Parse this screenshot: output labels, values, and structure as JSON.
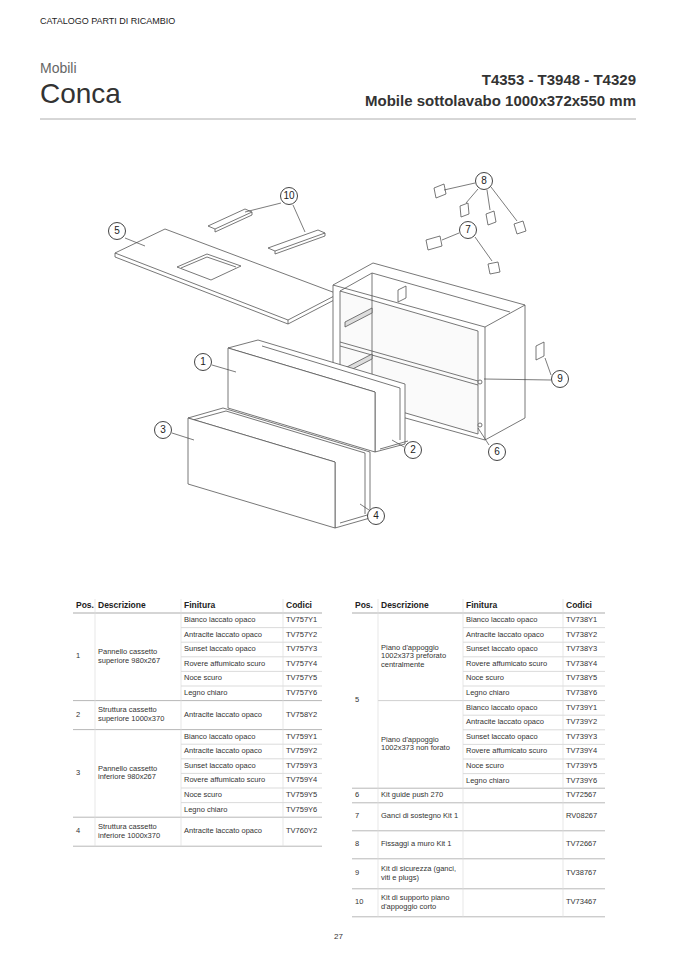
{
  "diagram": {
    "title": "Conca",
    "nodes": [
      {
        "text": [
          "8"
        ]
      },
      {
        "text": [
          "10"
        ]
      },
      {
        "text": [
          "5"
        ]
      },
      {
        "text": [
          "7"
        ]
      },
      {
        "text": [
          "1"
        ]
      },
      {
        "text": [
          "9"
        ]
      },
      {
        "text": [
          "3"
        ]
      },
      {
        "text": [
          "2"
        ]
      },
      {
        "text": [
          "6"
        ]
      },
      {
        "text": [
          "4"
        ]
      }
    ],
    "labels": [
      "CATALOGO PARTI DI RICAMBIO",
      "Mobili",
      "T4353 - T3948 - T4329",
      "Mobile sottolavabo 1000x372x550 mm",
      "Pos.",
      "Descrizione",
      "Finitura",
      "Codici",
      "1",
      "Pannello cassetto superiore 980x267",
      "Bianco laccato opaco",
      "TV757Y1",
      "Antracite laccato opaco",
      "TV757Y2",
      "Sunset laccato opaco",
      "TV757Y3",
      "Rovere affumicato scuro",
      "TV757Y4",
      "Noce scuro",
      "TV757Y5",
      "Legno chiaro",
      "TV757Y6",
      "2",
      "Struttura cassetto superiore 1000x370",
      "Antracite laccato opaco",
      "TV758Y2",
      "3",
      "Pannello cassetto inferiore 980x267",
      "Bianco laccato opaco",
      "TV759Y1",
      "Antracite laccato opaco",
      "TV759Y2",
      "Sunset laccato opaco",
      "TV759Y3",
      "Rovere affumicato scuro",
      "TV759Y4",
      "Noce scuro",
      "TV759Y5",
      "Legno chiaro",
      "TV759Y6",
      "4",
      "Struttura cassetto inferiore 1000x370",
      "Antracite laccato opaco",
      "TV760Y2",
      "Pos.",
      "Descrizione",
      "Finitura",
      "Codici",
      "5",
      "Piano d'appoggio 1002x373 preforato centralmente",
      "Bianco laccato opaco",
      "TV738Y1",
      "Antracite laccato opaco",
      "TV738Y2",
      "Sunset laccato opaco",
      "TV738Y3",
      "Rovere affumicato scuro",
      "TV738Y4",
      "Noce scuro",
      "TV738Y5",
      "Legno chiaro",
      "TV738Y6",
      "Piano d'appoggio 1002x373 non forato",
      "Bianco laccato opaco",
      "TV739Y1",
      "Antracite laccato opaco",
      "TV739Y2",
      "Sunset laccato opaco",
      "TV739Y3",
      "Rovere affumicato scuro",
      "TV739Y4",
      "Noce scuro",
      "TV739Y5",
      "Legno chiaro",
      "TV739Y6",
      "6",
      "Kit guide push 270",
      "TV72567",
      "7",
      "Ganci di sostegno Kit 1",
      "RV08267",
      "8",
      "Fissaggi a muro Kit 1",
      "TV72667",
      "9",
      "Kit di sicurezza (ganci, viti e plugs)",
      "TV38767",
      "10",
      "Kit di supporto piano d'appoggio corto",
      "TV73467",
      "27"
    ]
  }
}
